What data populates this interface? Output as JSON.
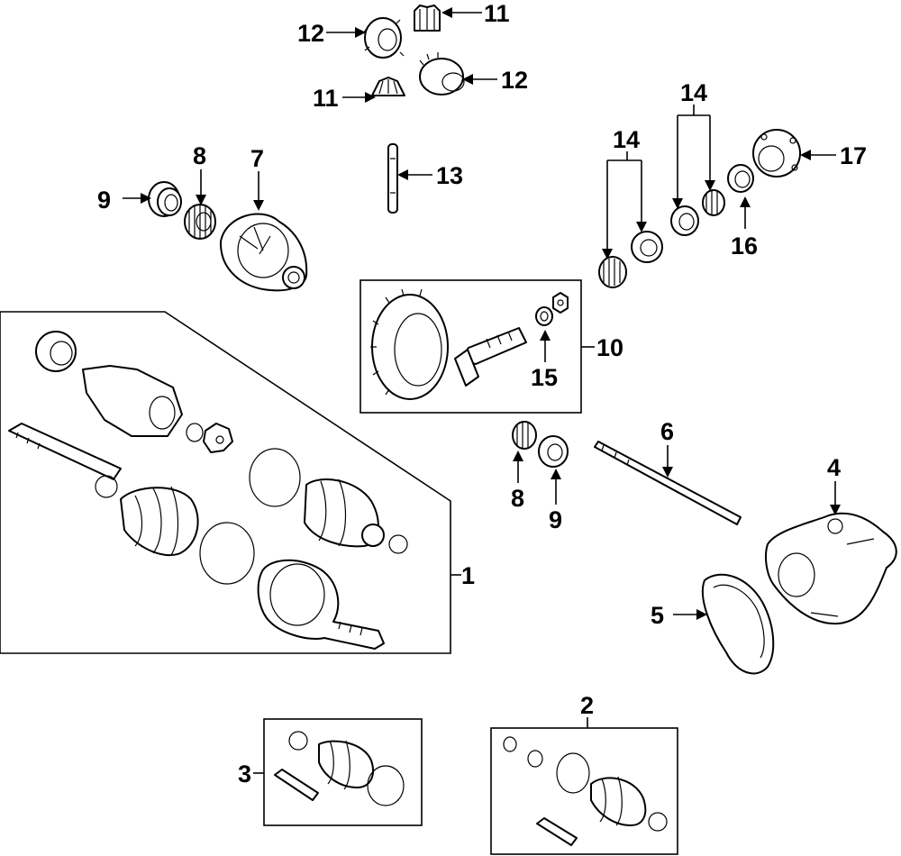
{
  "diagram": {
    "callouts": [
      {
        "id": "c1",
        "text": "1"
      },
      {
        "id": "c2",
        "text": "2"
      },
      {
        "id": "c3",
        "text": "3"
      },
      {
        "id": "c4",
        "text": "4"
      },
      {
        "id": "c5",
        "text": "5"
      },
      {
        "id": "c6",
        "text": "6"
      },
      {
        "id": "c7",
        "text": "7"
      },
      {
        "id": "c8a",
        "text": "8"
      },
      {
        "id": "c8b",
        "text": "8"
      },
      {
        "id": "c9a",
        "text": "9"
      },
      {
        "id": "c9b",
        "text": "9"
      },
      {
        "id": "c10",
        "text": "10"
      },
      {
        "id": "c11a",
        "text": "11"
      },
      {
        "id": "c11b",
        "text": "11"
      },
      {
        "id": "c12a",
        "text": "12"
      },
      {
        "id": "c12b",
        "text": "12"
      },
      {
        "id": "c13",
        "text": "13"
      },
      {
        "id": "c14a",
        "text": "14"
      },
      {
        "id": "c14b",
        "text": "14"
      },
      {
        "id": "c15",
        "text": "15"
      },
      {
        "id": "c16",
        "text": "16"
      },
      {
        "id": "c17",
        "text": "17"
      }
    ]
  }
}
